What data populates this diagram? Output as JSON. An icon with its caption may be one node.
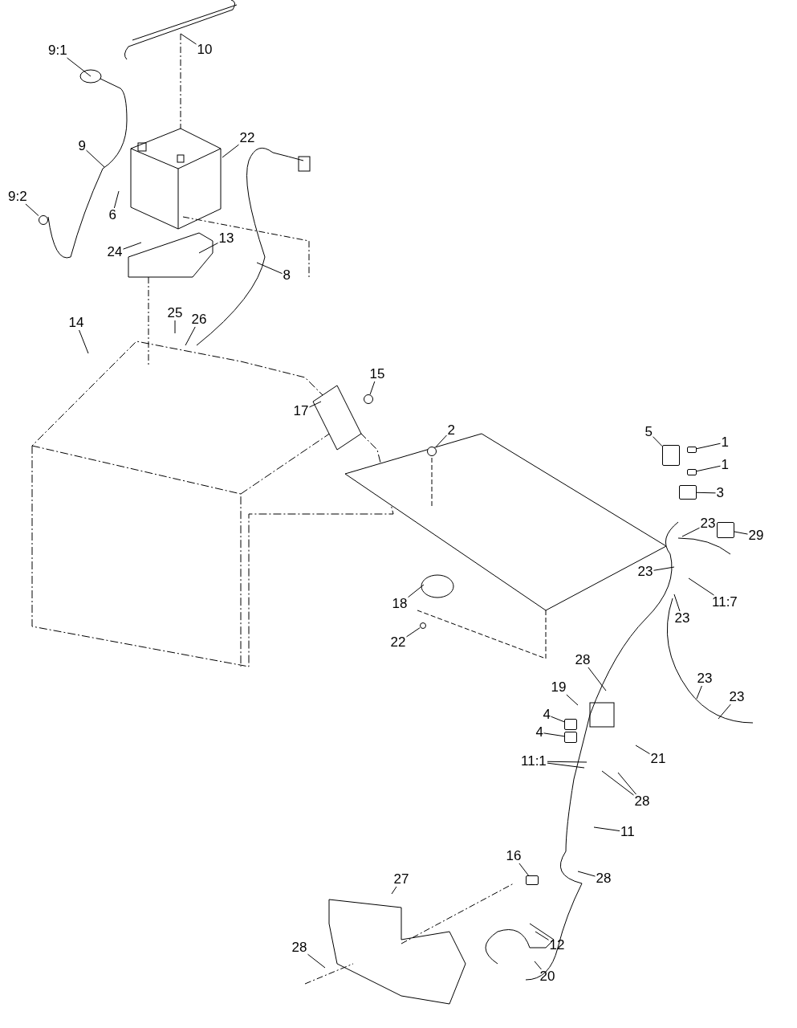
{
  "diagram": {
    "nodes": [
      {
        "text": [
          "10"
        ]
      },
      {
        "text": [
          "9:1"
        ]
      },
      {
        "text": [
          "9"
        ]
      },
      {
        "text": [
          "22"
        ]
      },
      {
        "text": [
          "9:2"
        ]
      },
      {
        "text": [
          "6"
        ]
      },
      {
        "text": [
          "24"
        ]
      },
      {
        "text": [
          "13"
        ]
      },
      {
        "text": [
          "8"
        ]
      },
      {
        "text": [
          "25"
        ]
      },
      {
        "text": [
          "26"
        ]
      },
      {
        "text": [
          "14"
        ]
      },
      {
        "text": [
          "15"
        ]
      },
      {
        "text": [
          "17"
        ]
      },
      {
        "text": [
          "2"
        ]
      },
      {
        "text": [
          "5"
        ]
      },
      {
        "text": [
          "1"
        ]
      },
      {
        "text": [
          "1"
        ]
      },
      {
        "text": [
          "3"
        ]
      },
      {
        "text": [
          "23"
        ]
      },
      {
        "text": [
          "29"
        ]
      },
      {
        "text": [
          "23"
        ]
      },
      {
        "text": [
          "11:7"
        ]
      },
      {
        "text": [
          "18"
        ]
      },
      {
        "text": [
          "22"
        ]
      },
      {
        "text": [
          "23"
        ]
      },
      {
        "text": [
          "28"
        ]
      },
      {
        "text": [
          "23"
        ]
      },
      {
        "text": [
          "23"
        ]
      },
      {
        "text": [
          "19"
        ]
      },
      {
        "text": [
          "4"
        ]
      },
      {
        "text": [
          "4"
        ]
      },
      {
        "text": [
          "11:1"
        ]
      },
      {
        "text": [
          "21"
        ]
      },
      {
        "text": [
          "28"
        ]
      },
      {
        "text": [
          "11"
        ]
      },
      {
        "text": [
          "16"
        ]
      },
      {
        "text": [
          "28"
        ]
      },
      {
        "text": [
          "27"
        ]
      },
      {
        "text": [
          "12"
        ]
      },
      {
        "text": [
          "28"
        ]
      },
      {
        "text": [
          "20"
        ]
      },
      {
        "text": [],
        "shape": "circle"
      },
      {
        "text": [],
        "shape": "circle"
      },
      {
        "text": [],
        "shape": "circle"
      },
      {
        "text": [],
        "shape": "box"
      },
      {
        "text": [],
        "shape": "box"
      },
      {
        "text": [],
        "shape": "box"
      },
      {
        "text": [],
        "shape": "box"
      },
      {
        "text": [],
        "shape": "box"
      },
      {
        "text": [],
        "shape": "circle"
      },
      {
        "text": [],
        "shape": "box"
      },
      {
        "text": [],
        "shape": "box"
      },
      {
        "text": [],
        "shape": "box"
      }
    ],
    "edges": [
      {
        "from": 0,
        "to": null,
        "arrow": "none"
      },
      {
        "from": 1,
        "to": null,
        "arrow": "none"
      },
      {
        "from": 2,
        "to": null,
        "arrow": "none"
      },
      {
        "from": 3,
        "to": null,
        "arrow": "none"
      },
      {
        "from": 4,
        "to": 42,
        "arrow": "none"
      },
      {
        "from": 5,
        "to": null,
        "arrow": "none"
      },
      {
        "from": 6,
        "to": null,
        "arrow": "none"
      },
      {
        "from": 7,
        "to": null,
        "arrow": "none"
      },
      {
        "from": 8,
        "to": null,
        "arrow": "none"
      },
      {
        "from": 9,
        "to": null,
        "arrow": "none"
      },
      {
        "from": 10,
        "to": null,
        "arrow": "none"
      },
      {
        "from": 11,
        "to": null,
        "arrow": "none"
      },
      {
        "from": 12,
        "to": 43,
        "arrow": "none"
      },
      {
        "from": 13,
        "to": null,
        "arrow": "none"
      },
      {
        "from": 14,
        "to": 44,
        "arrow": "none"
      },
      {
        "from": 15,
        "to": 45,
        "arrow": "none"
      },
      {
        "from": 16,
        "to": 46,
        "arrow": "none"
      },
      {
        "from": 17,
        "to": 47,
        "arrow": "none"
      },
      {
        "from": 18,
        "to": 48,
        "arrow": "none"
      },
      {
        "from": 19,
        "to": null,
        "arrow": "none"
      },
      {
        "from": 20,
        "to": 49,
        "arrow": "none"
      },
      {
        "from": 21,
        "to": null,
        "arrow": "none"
      },
      {
        "from": 22,
        "to": null,
        "arrow": "none"
      },
      {
        "from": 23,
        "to": null,
        "arrow": "none"
      },
      {
        "from": 24,
        "to": 50,
        "arrow": "none"
      },
      {
        "from": 25,
        "to": null,
        "arrow": "none"
      },
      {
        "from": 26,
        "to": null,
        "arrow": "none"
      },
      {
        "from": 27,
        "to": null,
        "arrow": "none"
      },
      {
        "from": 28,
        "to": null,
        "arrow": "none"
      },
      {
        "from": 29,
        "to": null,
        "arrow": "none"
      },
      {
        "from": 30,
        "to": 51,
        "arrow": "none"
      },
      {
        "from": 31,
        "to": 52,
        "arrow": "none"
      },
      {
        "from": 32,
        "to": null,
        "arrow": "none"
      },
      {
        "from": 32,
        "to": null,
        "arrow": "none"
      },
      {
        "from": 33,
        "to": null,
        "arrow": "none"
      },
      {
        "from": 34,
        "to": null,
        "arrow": "none"
      },
      {
        "from": 34,
        "to": null,
        "arrow": "none"
      },
      {
        "from": 35,
        "to": null,
        "arrow": "none"
      },
      {
        "from": 36,
        "to": 53,
        "arrow": "none"
      },
      {
        "from": 37,
        "to": null,
        "arrow": "none"
      },
      {
        "from": 38,
        "to": null,
        "arrow": "none"
      },
      {
        "from": 39,
        "to": null,
        "arrow": "none"
      },
      {
        "from": 40,
        "to": null,
        "arrow": "none"
      },
      {
        "from": 41,
        "to": null,
        "arrow": "none"
      }
    ]
  }
}
